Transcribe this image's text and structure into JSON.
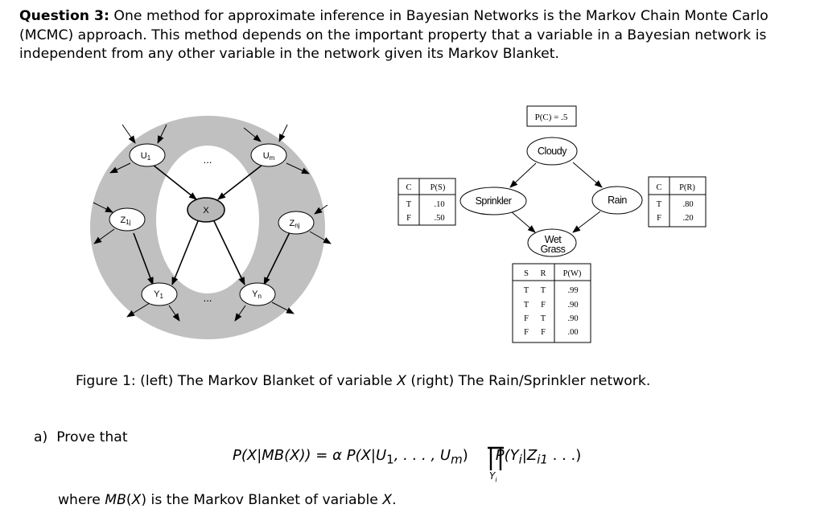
{
  "question": {
    "label": "Question 3:",
    "text": " One method for approximate inference in Bayesian Networks is the Markov Chain Monte Carlo (MCMC) approach.  This method depends on the important property that a variable in a Bayesian network is independent from any other variable in the network given its Markov Blanket."
  },
  "figure_left": {
    "title": "Markov Blanket of X",
    "nodes": {
      "U1": "U1",
      "Um": "Um",
      "X": "X",
      "Z1j": "Z1j",
      "Znj": "Znj",
      "Y1": "Y1",
      "Yn": "Yn"
    },
    "ellipsis_top": "...",
    "ellipsis_bottom": "...",
    "colors": {
      "blanket": "#c0c0c0",
      "x_node": "#b8b8b8"
    }
  },
  "figure_right": {
    "prior_box": "P(C) = .5",
    "nodes": {
      "cloudy": "Cloudy",
      "sprinkler": "Sprinkler",
      "rain": "Rain",
      "wet_line1": "Wet",
      "wet_line2": "Grass"
    },
    "cpt_sprinkler": {
      "headers": [
        "C",
        "P(S)"
      ],
      "rows": [
        [
          "T",
          ".10"
        ],
        [
          "F",
          ".50"
        ]
      ]
    },
    "cpt_rain": {
      "headers": [
        "C",
        "P(R)"
      ],
      "rows": [
        [
          "T",
          ".80"
        ],
        [
          "F",
          ".20"
        ]
      ]
    },
    "cpt_wetgrass": {
      "headers": [
        "S",
        "R",
        "P(W)"
      ],
      "rows": [
        [
          "T",
          "T",
          ".99"
        ],
        [
          "T",
          "F",
          ".90"
        ],
        [
          "F",
          "T",
          ".90"
        ],
        [
          "F",
          "F",
          ".00"
        ]
      ]
    }
  },
  "caption": {
    "prefix": "Figure 1: (left) The Markov Blanket of variable ",
    "var": "X",
    "suffix": " (right) The Rain/Sprinkler network."
  },
  "part_a": {
    "label": "a)",
    "text": "Prove that",
    "equation": {
      "lhs": "P(X|MB(X))",
      "eq": " = ",
      "alpha": "α",
      "term1": " P(X|U",
      "sub1": "1",
      "term1b": ", . . . , U",
      "subm": "m",
      "term1c": ")",
      "prod_sub": "Y",
      "prod_sub_i": "i",
      "term2": "P(Y",
      "sub_i": "i",
      "term2b": "|Z",
      "sub_i1": "i1",
      "term2c": " . . .)"
    },
    "where_prefix": "where ",
    "where_mb": "MB",
    "where_mid1": "(",
    "where_x": "X",
    "where_mid2": ") is the Markov Blanket of variable ",
    "where_x2": "X",
    "where_end": "."
  }
}
